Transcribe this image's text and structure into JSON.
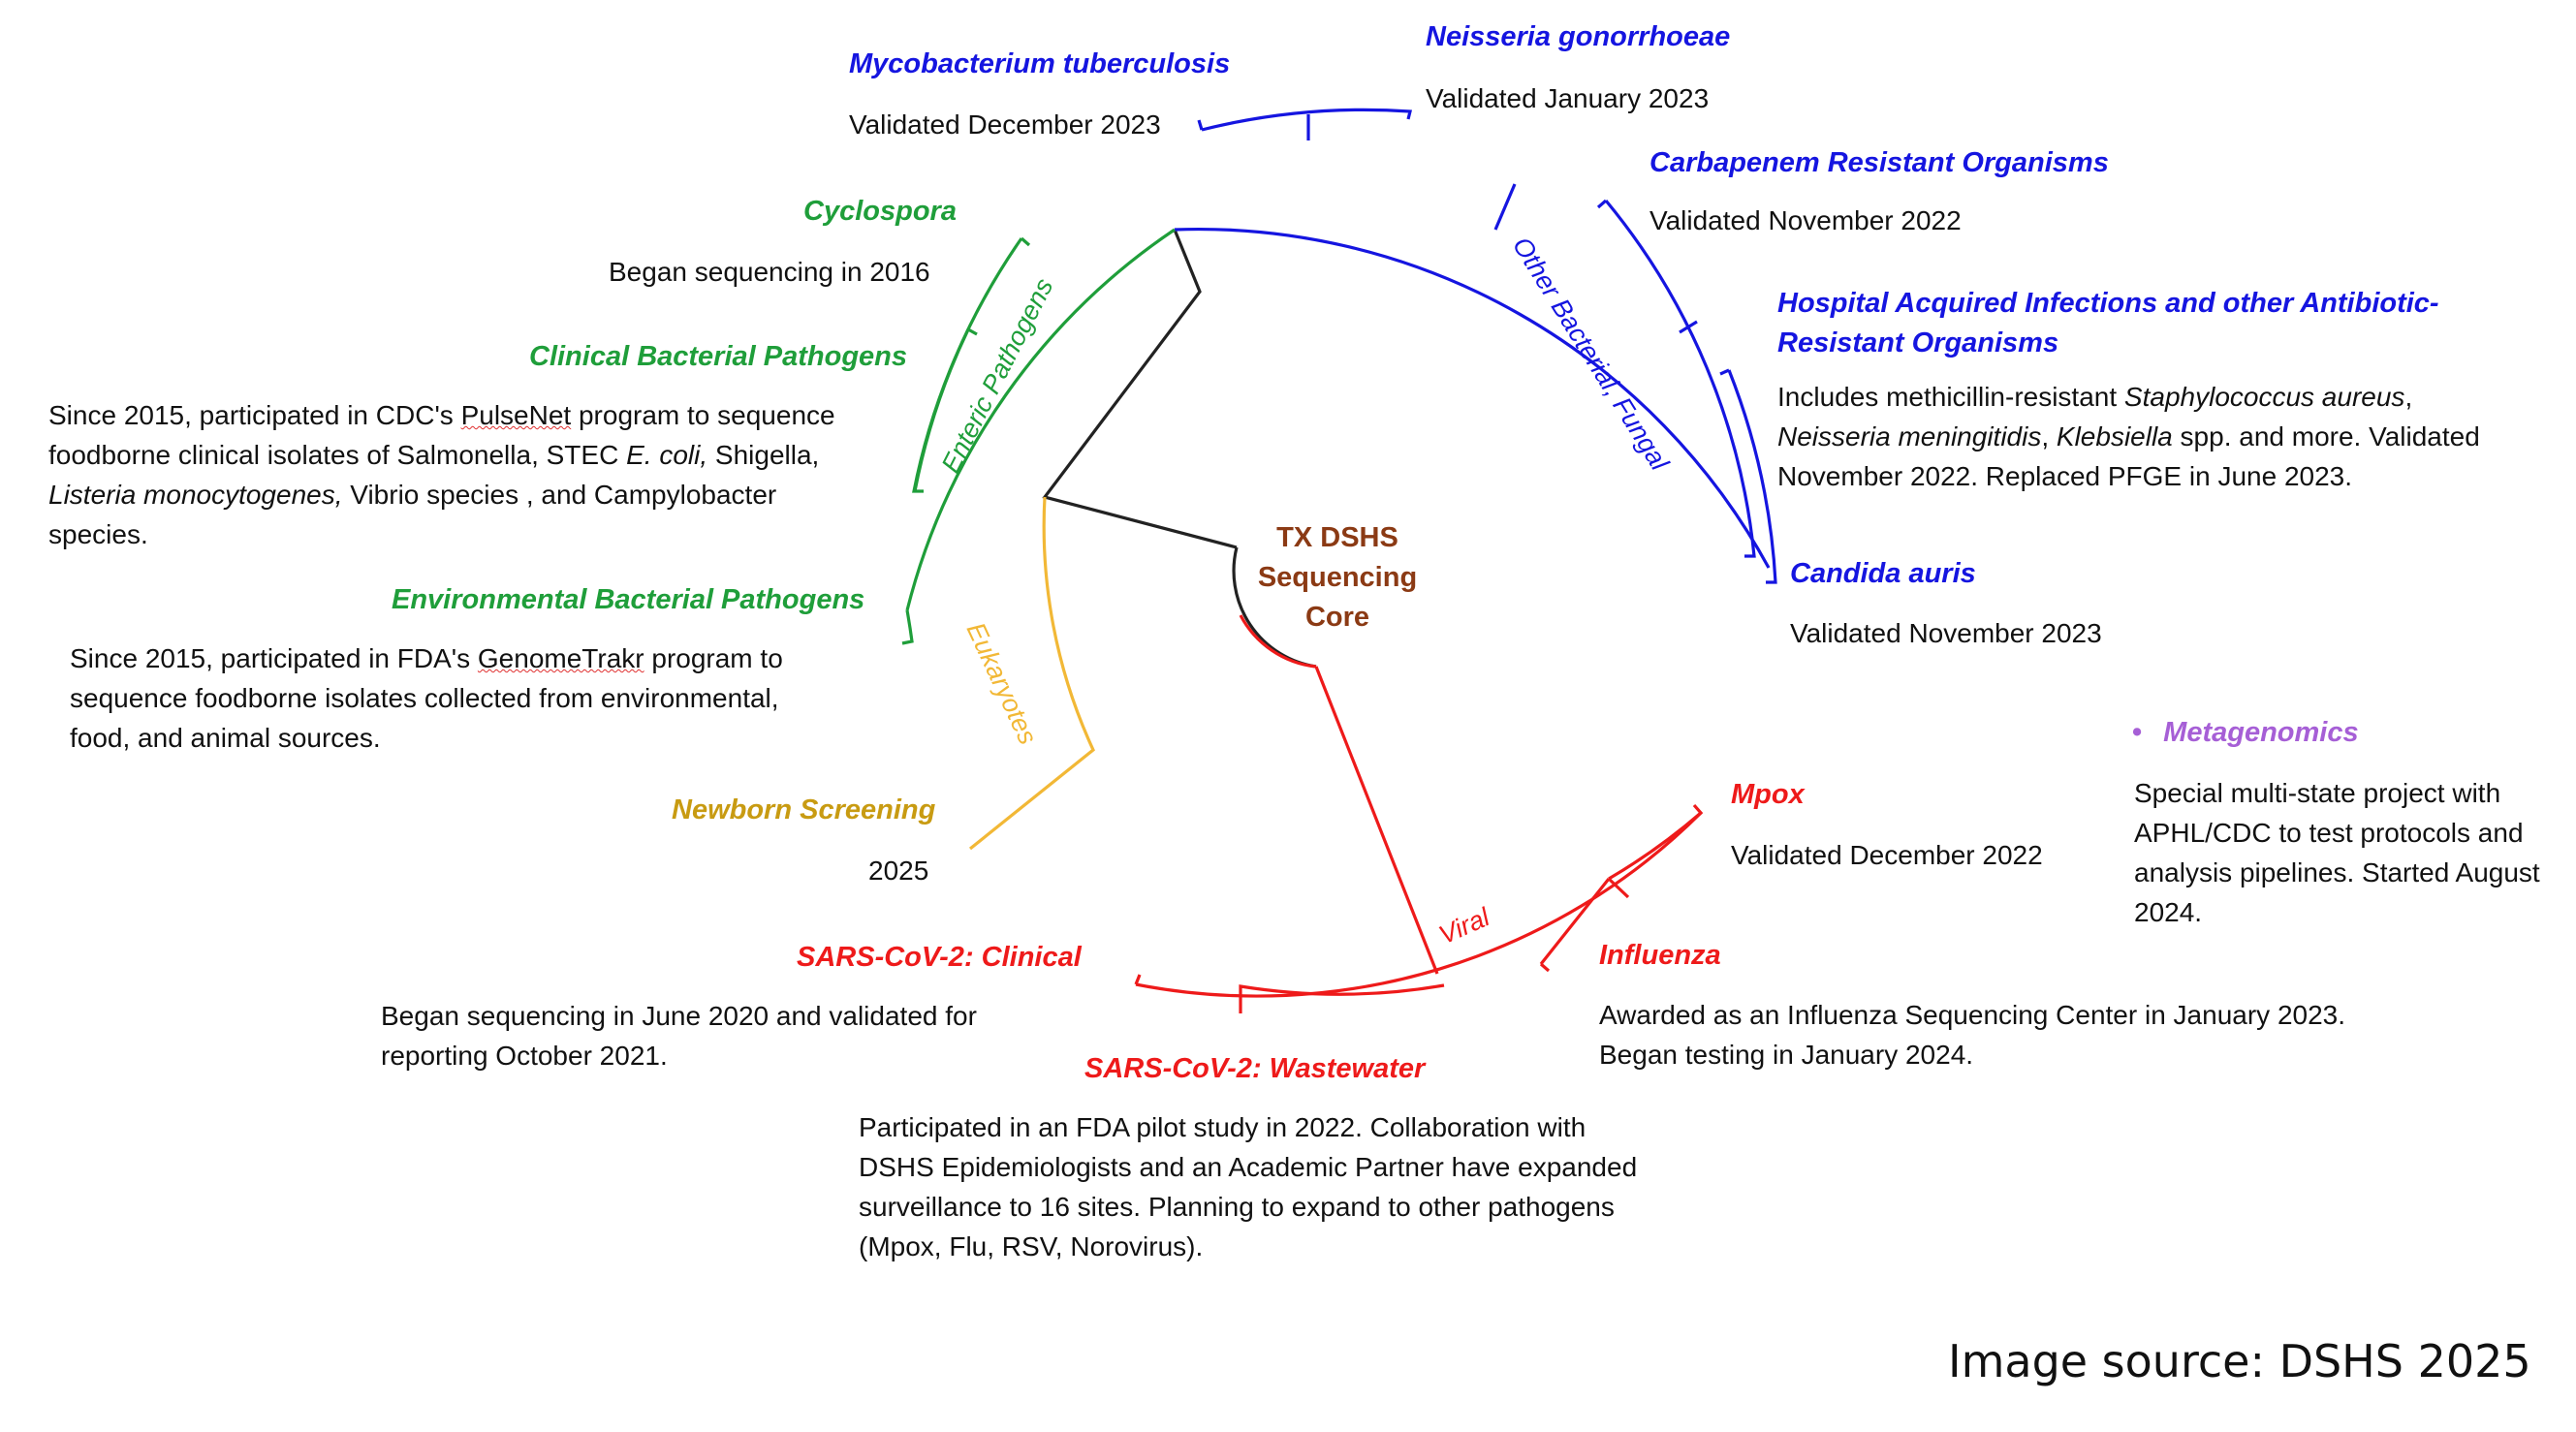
{
  "core": {
    "line1": "TX DSHS",
    "line2": "Sequencing",
    "line3": "Core"
  },
  "groups": {
    "enteric": "Enteric Pathogens",
    "bacterial_fungal": "Other Bacterial, Fungal",
    "eukaryotes": "Eukaryotes",
    "viral": "Viral"
  },
  "nodes": {
    "mtb": {
      "title": "Mycobacterium tuberculosis",
      "desc": "Validated December 2023"
    },
    "ngon": {
      "title": "Neisseria gonorrhoeae",
      "desc": "Validated January 2023"
    },
    "cro": {
      "title": "Carbapenem Resistant Organisms",
      "desc": "Validated November 2022"
    },
    "hai": {
      "title_line1": "Hospital Acquired Infections and other Antibiotic-",
      "title_line2": "Resistant Organisms",
      "desc_a": "Includes methicillin-resistant ",
      "desc_b": "Staphylococcus aureus",
      "desc_c": ",",
      "desc_d": "Neisseria meningitidis",
      "desc_e": ", ",
      "desc_f": "Klebsiella",
      "desc_g": " spp. and more. Validated",
      "desc_line3": "November 2022. Replaced PFGE in June 2023."
    },
    "candida": {
      "title": "Candida auris",
      "desc": "Validated November 2023"
    },
    "cyclospora": {
      "title": "Cyclospora",
      "desc": "Began sequencing in 2016"
    },
    "clinical_bact": {
      "title": "Clinical Bacterial Pathogens",
      "l1a": "Since 2015, participated in CDC's ",
      "l1b": "PulseNet",
      "l1c": " program to sequence",
      "l2a": "foodborne clinical isolates of Salmonella, STEC ",
      "l2b": "E. coli,",
      "l2c": " Shigella,",
      "l3a": "Listeria monocytogenes,",
      "l3b": " Vibrio species , and Campylobacter",
      "l4": "species."
    },
    "env_bact": {
      "title": "Environmental Bacterial Pathogens",
      "l1a": "Since 2015, participated in FDA's ",
      "l1b": "GenomeTrakr",
      "l1c": " program to",
      "l2": "sequence foodborne isolates collected from environmental,",
      "l3": "food, and animal sources."
    },
    "newborn": {
      "title": "Newborn Screening",
      "desc": "2025"
    },
    "metagenomics": {
      "bullet": "•",
      "title": "Metagenomics",
      "l1": "Special multi-state project with",
      "l2": "APHL/CDC to test protocols and",
      "l3": "analysis pipelines. Started August",
      "l4": "2024."
    },
    "mpox": {
      "title": "Mpox",
      "desc": "Validated December 2022"
    },
    "influenza": {
      "title": "Influenza",
      "l1": "Awarded as an Influenza Sequencing Center in January 2023.",
      "l2": "Began testing in January 2024."
    },
    "sars_clinical": {
      "title": "SARS-CoV-2: Clinical",
      "l1": "Began sequencing in June 2020 and validated for",
      "l2": "reporting October 2021."
    },
    "sars_ww": {
      "title": "SARS-CoV-2: Wastewater",
      "l1": "Participated in an FDA pilot study in 2022. Collaboration with",
      "l2": "DSHS Epidemiologists and an Academic Partner have expanded",
      "l3": "surveillance to 16 sites. Planning to expand to other pathogens",
      "l4": "(Mpox, Flu, RSV, Norovirus)."
    }
  },
  "source": "Image source: DSHS 2025",
  "colors": {
    "bacterial": "#1515e0",
    "enteric": "#1f9e3a",
    "eukaryotes": "#f2b836",
    "viral": "#ee1a1a",
    "core": "#8b3a14",
    "metagenomics": "#a65fd6",
    "trunk": "#222222"
  }
}
